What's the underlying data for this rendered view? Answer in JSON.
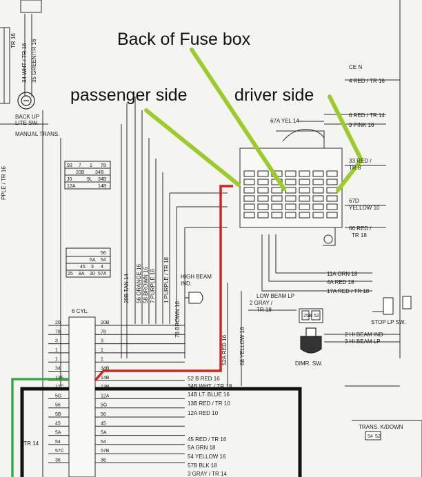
{
  "annotations": {
    "back": "Back of Fuse box",
    "passenger": "passenger side",
    "driver": "driver side"
  },
  "colors": {
    "green": "#9ccc2c",
    "red": "#d6231f",
    "black": "#111111",
    "wire_green": "#3aa845"
  },
  "backup": {
    "line1": "BACK UP",
    "line2": "LITE SW.",
    "line3": "MANUAL TRANS."
  },
  "vert": {
    "w34": "34 WHT / TR 16",
    "w35": "35 GREEN/TR 16",
    "trl": "TR 16",
    "left_tr": "PPLE / TR 16",
    "tan": "20B TAN 14",
    "orange": "56 ORANGE 16",
    "brown": "58 BROWN 16",
    "purple1": "7 PURPLE 16",
    "purple2": "1 PURPLE / TR 18",
    "brown10": "78 BROWN 10",
    "red52": "52A RED 16",
    "yellow": "68 YELLOW 16"
  },
  "small": {
    "r1": [
      "93",
      "7",
      "1",
      "78"
    ],
    "r2": [
      "20B",
      "34B"
    ],
    "r3": [
      "J0",
      "9L",
      "34B"
    ],
    "r4": [
      "12A",
      "14B"
    ],
    "r5": [
      "56"
    ],
    "r6": [
      "5A",
      "54"
    ],
    "r7": [
      "45",
      "3",
      "4"
    ],
    "r8": [
      "25",
      "8A",
      "30",
      "57A"
    ]
  },
  "right": {
    "cen": "CE N",
    "red16": "4 RED / TR 16",
    "yel14": "67A YEL 14",
    "red14": "6 RED / TR 14",
    "pink": "9 PINK 16",
    "red33a": "33 RED /",
    "red33b": "TR 8",
    "y67d_a": "67D",
    "y67d_b": "YELLOW 10",
    "r66_a": "66 RED /",
    "r66_b": "TR 18",
    "orn": "11A ORN 18",
    "r4a": "4A RED 18",
    "r17a": "17A RED / TR 18"
  },
  "labels": {
    "high1": "HIGH BEAM",
    "high2": "IND.",
    "low": "LOW BEAM LP",
    "gray_a": "2 GRAY /",
    "gray_b": "TR 18",
    "stop": "STOP LP  SW.",
    "hib1": "2 HI BEAM IND",
    "hib2": "3 HI BEAM LP",
    "dimr": "DIMR. SW.",
    "trans": "TRANS. K/DOWN",
    "cyl": "6 CYL.",
    "c1": "25",
    "c2": "8",
    "c3": "52",
    "t1": "54",
    "t2": "52"
  },
  "pins_left": [
    "20",
    "78",
    "3",
    "1",
    "1",
    "34",
    "13F",
    "12C",
    "5G",
    "56",
    "5B",
    "45",
    "5A",
    "54",
    "57C",
    "36"
  ],
  "pins_right": [
    "20B",
    "78",
    "3",
    "1",
    "1",
    "34B",
    "14B",
    "13B",
    "12A",
    "5G",
    "56",
    "45",
    "5A",
    "54",
    "57B",
    "36"
  ],
  "bottom": {
    "b1": "52 B RED 16",
    "b2": "34B WHT. / TR 18",
    "b3": "14B LT. BLUE 16",
    "b4": "13B RED / TR 10",
    "b5": "12A RED 10",
    "b6": "45 RED / TR 16",
    "b7": "5A GRN 18",
    "b8": "54 YELLOW 16",
    "b9": "57B BLK 18",
    "b10": "3 GRAY / TR 14",
    "left_tr": "/ TR 14"
  }
}
